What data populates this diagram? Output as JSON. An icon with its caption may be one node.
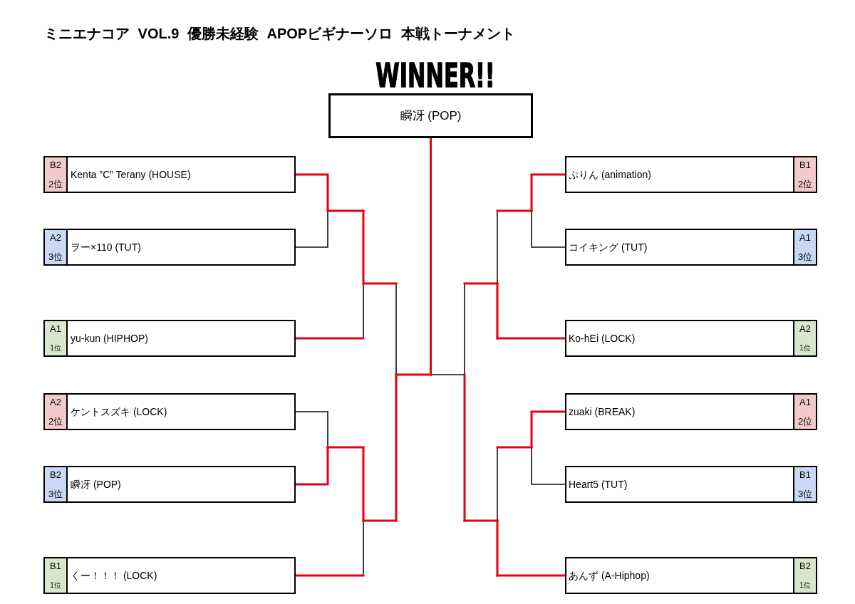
{
  "diagram": {
    "title": "ミニエナコア VOL.9 優勝未経験 APOPビギナーソロ 本戦トーナメント",
    "nodes": [
      {
        "text": [
          "WINNER!!",
          "瞬冴 (POP)"
        ]
      },
      {
        "text": [
          "Kenta ”C” Terany (HOUSE)"
        ]
      },
      {
        "text": [
          "B2",
          "2位"
        ],
        "in": 1
      },
      {
        "text": [
          "ぷりん (animation)"
        ]
      },
      {
        "text": [
          "B1",
          "2位"
        ],
        "in": 3
      },
      {
        "text": [
          "ヲー×110 (TUT)"
        ]
      },
      {
        "text": [
          "A2",
          "3位"
        ],
        "in": 5
      },
      {
        "text": [
          "コイキング (TUT)"
        ]
      },
      {
        "text": [
          "A1",
          "3位"
        ],
        "in": 7
      },
      {
        "text": [
          "yu-kun (HIPHOP)"
        ]
      },
      {
        "text": [
          "A1",
          "1位"
        ],
        "in": 9
      },
      {
        "text": [
          "Ko-hEi (LOCK)"
        ]
      },
      {
        "text": [
          "A2",
          "1位"
        ],
        "in": 11
      },
      {
        "text": [
          "ケントスズキ (LOCK)"
        ]
      },
      {
        "text": [
          "A2",
          "2位"
        ],
        "in": 13
      },
      {
        "text": [
          "zuaki (BREAK)"
        ]
      },
      {
        "text": [
          "A1",
          "2位"
        ],
        "in": 15
      },
      {
        "text": [
          "瞬冴 (POP)"
        ]
      },
      {
        "text": [
          "B2",
          "3位"
        ],
        "in": 17
      },
      {
        "text": [
          "Heart5 (TUT)"
        ]
      },
      {
        "text": [
          "B1",
          "3位"
        ],
        "in": 19
      },
      {
        "text": [
          "くー！！！ (LOCK)"
        ]
      },
      {
        "text": [
          "B1",
          "1位"
        ],
        "in": 21
      },
      {
        "text": [
          "あんず (A-Hiphop)"
        ]
      },
      {
        "text": [
          "B2",
          "1位"
        ],
        "in": 23
      }
    ],
    "edges": [
      {
        "from": 1,
        "to": 0,
        "arrow": "none"
      },
      {
        "from": 3,
        "to": 0,
        "arrow": "none"
      },
      {
        "from": 5,
        "to": 0,
        "arrow": "none"
      },
      {
        "from": 7,
        "to": 0,
        "arrow": "none"
      },
      {
        "from": 9,
        "to": 0,
        "arrow": "none"
      },
      {
        "from": 11,
        "to": 0,
        "arrow": "none"
      },
      {
        "from": 13,
        "to": 0,
        "arrow": "none"
      },
      {
        "from": 15,
        "to": 0,
        "arrow": "none"
      },
      {
        "from": 17,
        "to": 0,
        "arrow": "none",
        "color": "#e60012"
      },
      {
        "from": 19,
        "to": 0,
        "arrow": "none"
      },
      {
        "from": 21,
        "to": 0,
        "arrow": "none"
      },
      {
        "from": 23,
        "to": 0,
        "arrow": "none"
      }
    ]
  }
}
